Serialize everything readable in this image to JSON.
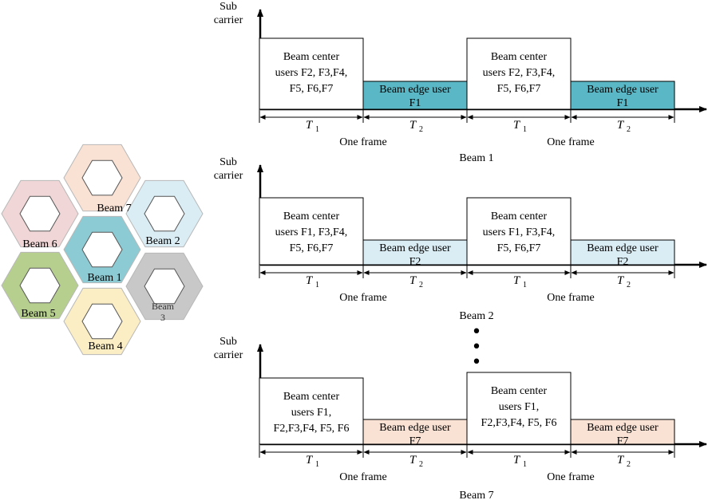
{
  "hex_cluster": {
    "cells": [
      {
        "id": "beam1",
        "label": "Beam 1",
        "color": "#8ccbd4"
      },
      {
        "id": "beam2",
        "label": "Beam 2",
        "color": "#daedf4"
      },
      {
        "id": "beam3",
        "label": "Beam\n3",
        "color": "#c8c8c8"
      },
      {
        "id": "beam4",
        "label": "Beam 4",
        "color": "#fbeec4"
      },
      {
        "id": "beam5",
        "label": "Beam 5",
        "color": "#b6cf8e"
      },
      {
        "id": "beam6",
        "label": "Beam 6",
        "color": "#f0d6d6"
      },
      {
        "id": "beam7",
        "label": "Beam 7",
        "color": "#f9e1d4"
      }
    ]
  },
  "timing": {
    "y_axis_label": [
      "Sub",
      "carrier"
    ],
    "t1": "T",
    "t1_sub": "1",
    "t2": "T",
    "t2_sub": "2",
    "frame_label": "One frame",
    "ellipsis": "•\n•\n•",
    "rows": [
      {
        "beam_label": "Beam 1",
        "edge_color": "#5ab7c5",
        "center_text": [
          "Beam center",
          "users F2, F3,F4,",
          "F5, F6,F7"
        ],
        "edge_text": [
          "Beam edge user",
          "F1"
        ]
      },
      {
        "beam_label": "Beam 2",
        "edge_color": "#daedf4",
        "center_text": [
          "Beam center",
          "users F1, F3,F4,",
          "F5, F6,F7"
        ],
        "edge_text": [
          "Beam edge user",
          "F2"
        ]
      },
      {
        "beam_label": "Beam 7",
        "edge_color": "#f9e1d4",
        "center_text": [
          "Beam center",
          "users F1,",
          "F2,F3,F4, F5, F6"
        ],
        "edge_text": [
          "Beam edge user",
          "F7"
        ]
      }
    ]
  }
}
